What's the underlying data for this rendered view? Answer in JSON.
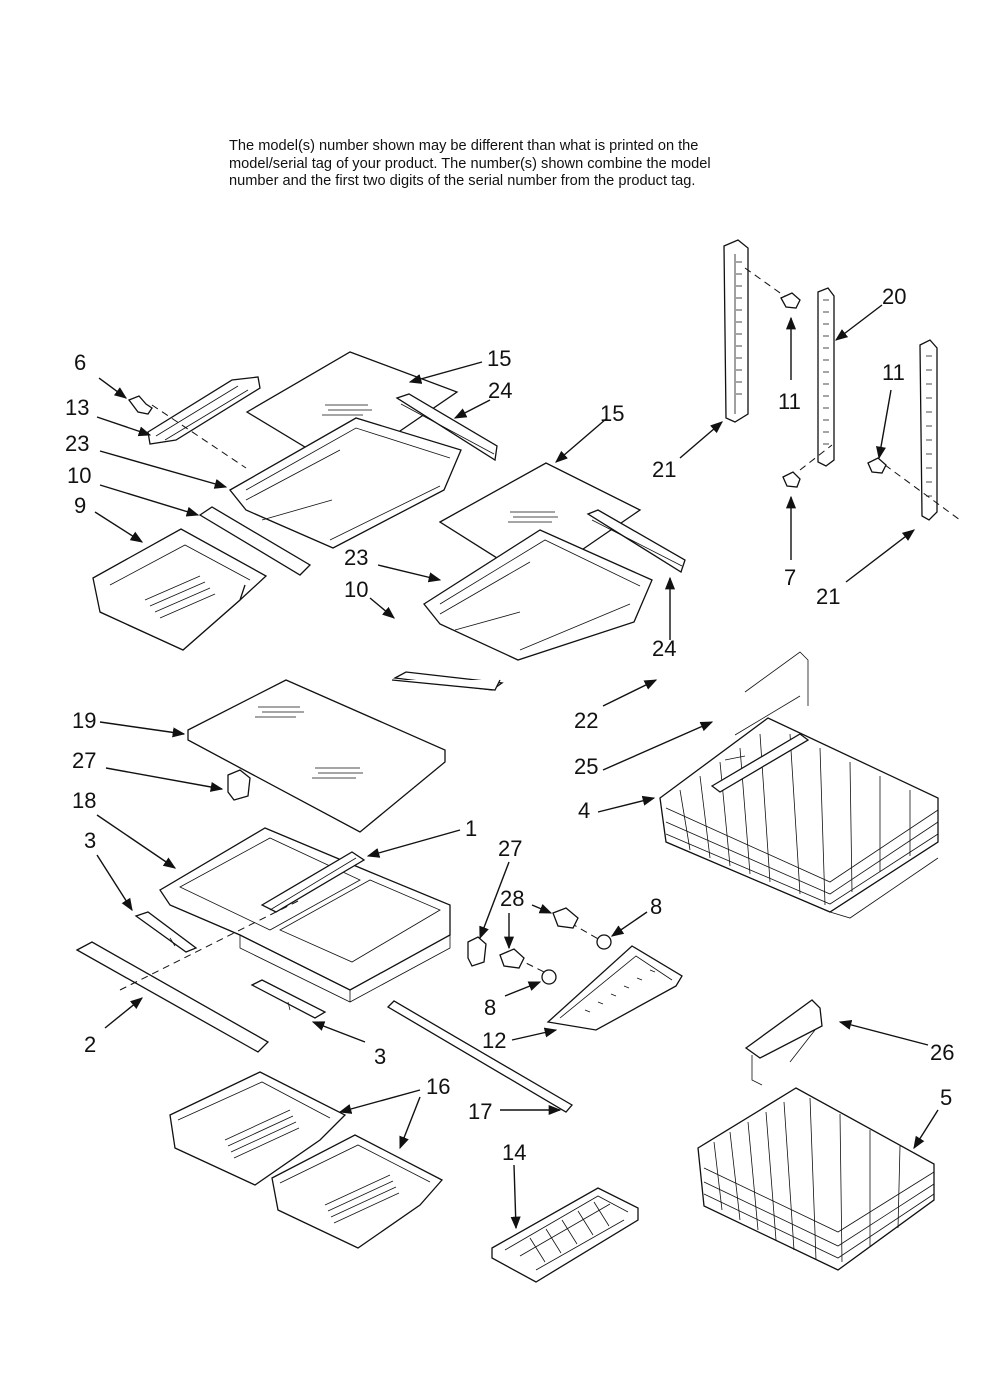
{
  "note": {
    "line1": "The model(s) number shown may be different than what is printed on the",
    "line2": "model/serial tag of your product. The number(s) shown combine the model",
    "line3": "number and the first two digits of the serial number from the product tag."
  },
  "callouts": [
    {
      "part": "shoulder-screw",
      "label": "6"
    },
    {
      "part": "shelf-slide-left",
      "label": "13"
    },
    {
      "part": "shelf-frame-upper-left",
      "label": "23"
    },
    {
      "part": "shelf-trim-upper-left",
      "label": "10"
    },
    {
      "part": "crisper-drawer-small",
      "label": "9"
    },
    {
      "part": "glass-shelf-upper-left",
      "label": "15"
    },
    {
      "part": "shelf-slide-upper-left",
      "label": "24"
    },
    {
      "part": "glass-shelf-upper-right",
      "label": "15"
    },
    {
      "part": "shelf-frame-upper-right",
      "label": "23"
    },
    {
      "part": "shelf-trim-upper-right",
      "label": "10"
    },
    {
      "part": "shelf-slide-upper-right",
      "label": "24"
    },
    {
      "part": "ladder-rail-left",
      "label": "21"
    },
    {
      "part": "ladder-rail-right",
      "label": "21"
    },
    {
      "part": "ladder-rail-center",
      "label": "20"
    },
    {
      "part": "screw-upper",
      "label": "11"
    },
    {
      "part": "screw-right",
      "label": "11"
    },
    {
      "part": "screw-lower",
      "label": "7"
    },
    {
      "part": "pan-cover-glass",
      "label": "19"
    },
    {
      "part": "damper-upper",
      "label": "27"
    },
    {
      "part": "pan-frame",
      "label": "18"
    },
    {
      "part": "pan-divider",
      "label": "1"
    },
    {
      "part": "damper-right",
      "label": "27"
    },
    {
      "part": "bracket-left",
      "label": "3"
    },
    {
      "part": "pan-trim",
      "label": "2"
    },
    {
      "part": "bracket-lower",
      "label": "3"
    },
    {
      "part": "shoulder-screw-upper",
      "label": "28"
    },
    {
      "part": "washer-upper",
      "label": "8"
    },
    {
      "part": "washer-lower",
      "label": "8"
    },
    {
      "part": "ice-bucket-shelf",
      "label": "12"
    },
    {
      "part": "crisper-drawers",
      "label": "16"
    },
    {
      "part": "rod",
      "label": "17"
    },
    {
      "part": "ice-cube-tray",
      "label": "14"
    },
    {
      "part": "wire-basket-upper",
      "label": "4"
    },
    {
      "part": "basket-divider-upper",
      "label": "25"
    },
    {
      "part": "screw-basket",
      "label": "22"
    },
    {
      "part": "basket-divider-lower",
      "label": "26"
    },
    {
      "part": "wire-basket-lower",
      "label": "5"
    }
  ]
}
